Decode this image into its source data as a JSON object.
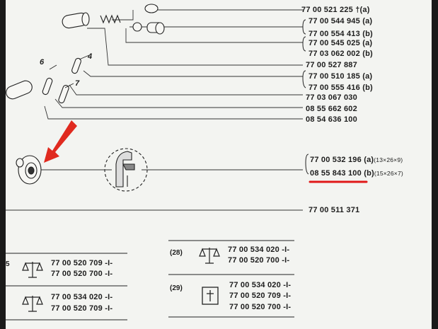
{
  "parts": [
    {
      "number": "77 00 521 225",
      "mark": "†",
      "variant": "(a)"
    },
    {
      "number": "77 00 544 945",
      "variant": "(a)"
    },
    {
      "number": "77 00 554 413",
      "variant": "(b)"
    },
    {
      "number": "77 00 545 025",
      "variant": "(a)"
    },
    {
      "number": "77 03 062 002",
      "variant": "(b)"
    },
    {
      "number": "77 00 527 887"
    },
    {
      "number": "77 00 510 185",
      "variant": "(a)"
    },
    {
      "number": "77 00 555 416",
      "variant": "(b)"
    },
    {
      "number": "77 03 067 030"
    },
    {
      "number": "08 55 662 602"
    },
    {
      "number": "08 54 636 100"
    },
    {
      "number": "77 00 532 196",
      "variant": "(a)",
      "dims": "(13×26×9)"
    },
    {
      "number": "08 55 843 100",
      "variant": "(b)",
      "dims": "(15×26×7)"
    },
    {
      "number": "77 00 511 371"
    }
  ],
  "callouts": [
    "4",
    "6",
    "7"
  ],
  "tables": {
    "left_top_label": "5",
    "left_top": [
      "77 00 520 709 -I-",
      "77 00 520 700 -I-"
    ],
    "left_bottom": [
      "77 00 534 020 -I-",
      "77 00 520 709 -I-"
    ],
    "right_28_label": "(28)",
    "right_28": [
      "77 00 534 020 -I-",
      "77 00 520 700 -I-"
    ],
    "right_29_label": "(29)",
    "right_29": [
      "77 00 534 020 -I-",
      "77 00 520 709 -I-",
      "77 00 520 700 -I-"
    ]
  },
  "colors": {
    "paper": "#f3f4f1",
    "ink": "#1d1d1d",
    "arrow": "#e02a1f",
    "underline": "#e01919"
  },
  "icons": [
    "scale-icon",
    "cross-icon"
  ]
}
